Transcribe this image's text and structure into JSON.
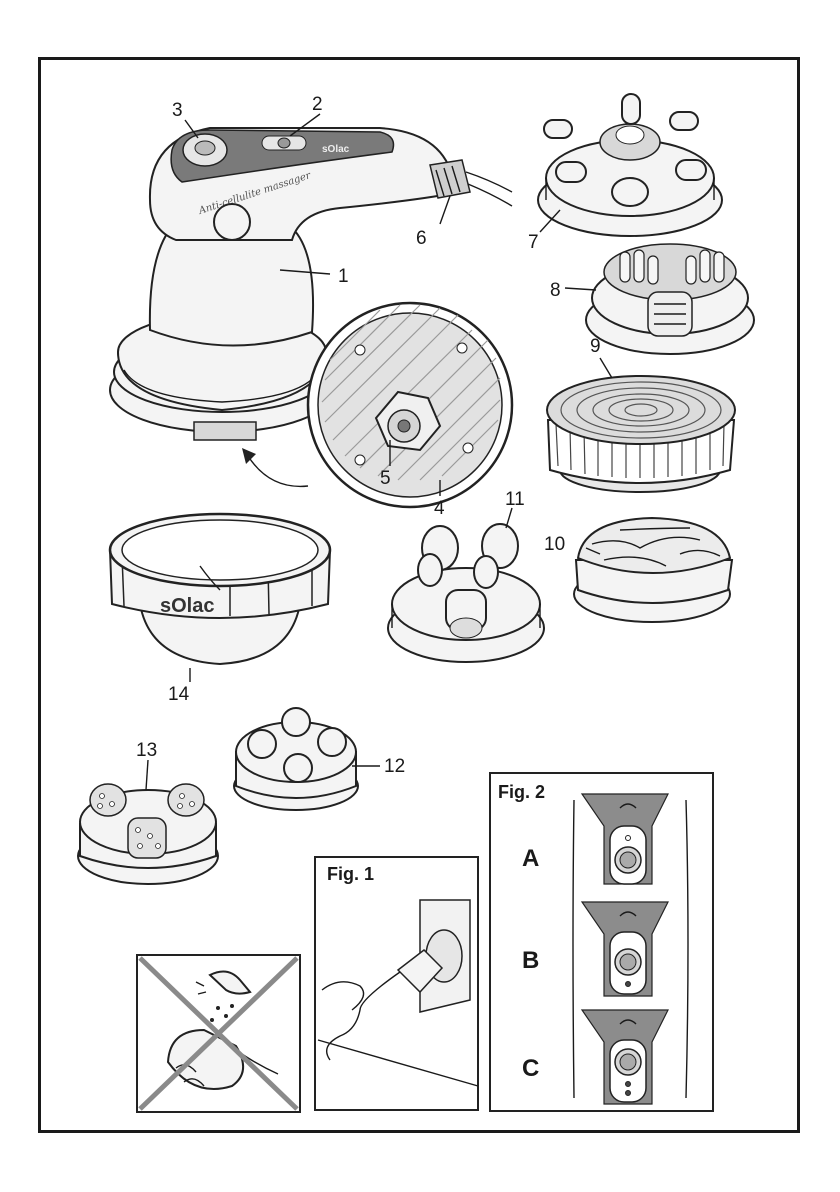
{
  "parts": {
    "p1": "1",
    "p2": "2",
    "p3": "3",
    "p4": "4",
    "p5": "5",
    "p6": "6",
    "p7": "7",
    "p8": "8",
    "p9": "9",
    "p10": "10",
    "p11": "11",
    "p12": "12",
    "p13": "13",
    "p14": "14"
  },
  "device": {
    "brand": "sOlac",
    "script_text": "Anti-cellulite massager"
  },
  "ring": {
    "brand": "sOlac"
  },
  "fig1": {
    "title": "Fig. 1"
  },
  "fig2": {
    "title": "Fig. 2",
    "rows": [
      "A",
      "B",
      "C"
    ]
  }
}
